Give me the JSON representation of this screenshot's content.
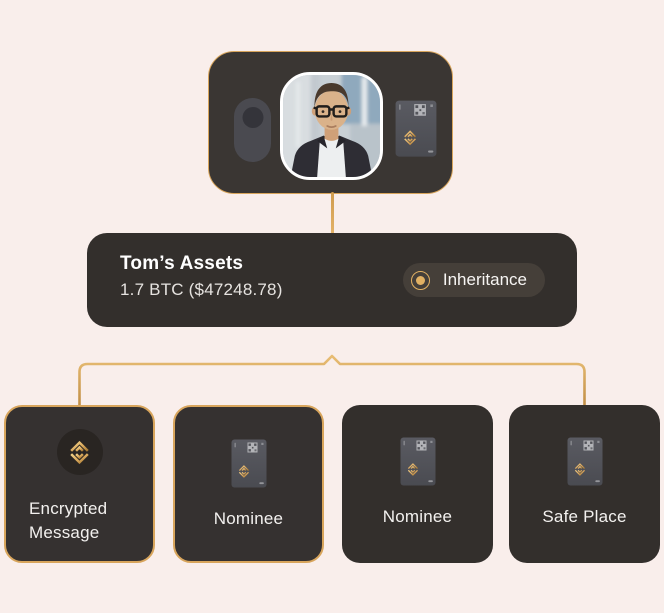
{
  "colors": {
    "background": "#F9EEEB",
    "gold_accent": "#D8A55C",
    "card_background": "#353130",
    "card_background_dark": "#332F2C",
    "badge_background": "#453F39"
  },
  "owner": {
    "avatar": "tom-portrait",
    "left_device": "x1-vault-device",
    "right_device": "x1-card-device"
  },
  "assets": {
    "title": "Tom’s Assets",
    "subtitle": "1.7 BTC ($47248.78)",
    "badge_label": "Inheritance"
  },
  "children": [
    {
      "label": "Encrypted Message",
      "icon": "cypherock-logo"
    },
    {
      "label": "Nominee",
      "icon": "x1-card"
    },
    {
      "label": "Nominee",
      "icon": "x1-card"
    },
    {
      "label": "Safe Place",
      "icon": "x1-card"
    }
  ]
}
